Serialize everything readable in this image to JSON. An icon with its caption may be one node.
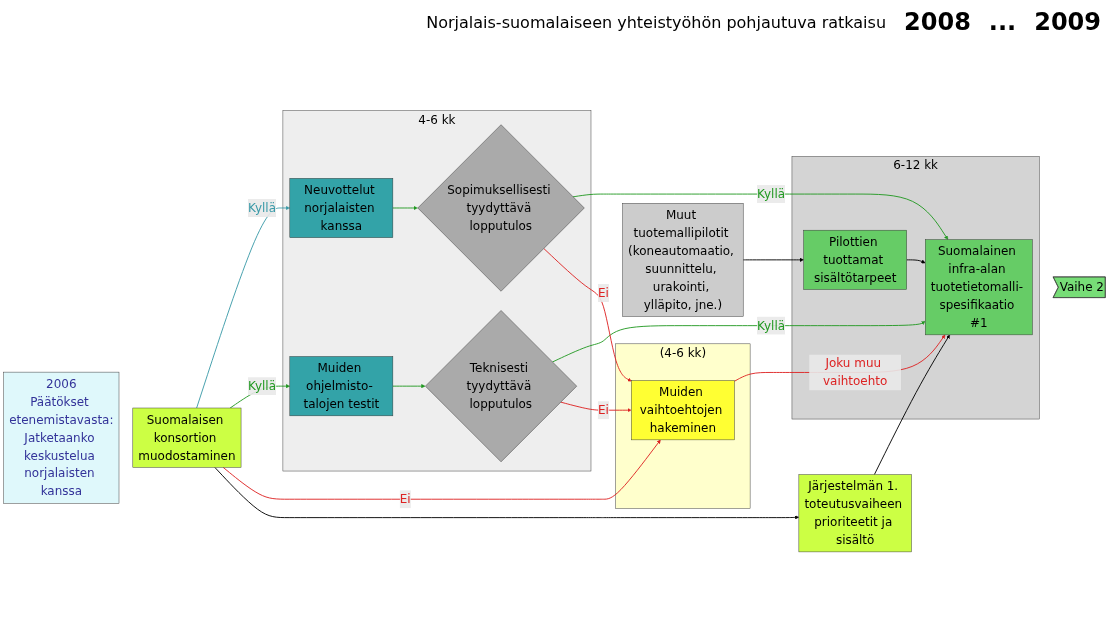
{
  "diagram": {
    "nodes": [
      {
        "text": [
          "2006",
          "Päätökset etenemistavasta:",
          "Jatketaanko keskustelua norjalaisten kanssa"
        ]
      },
      {
        "text": [
          "Suomalaisen konsortion muodostaminen"
        ]
      },
      {
        "text": [
          "4-6 kk"
        ]
      },
      {
        "text": [
          "Neuvottelut norjalaisten kanssa"
        ],
        "in": 2
      },
      {
        "text": [
          "Muiden ohjelmisto- talojen testit"
        ],
        "in": 2
      },
      {
        "text": [
          "Sopimuksellisesti tyydyttävä lopputulos"
        ],
        "in": 2
      },
      {
        "text": [
          "Teknisesti tyydyttävä lopputulos"
        ],
        "in": 2
      },
      {
        "text": [
          "(4-6 kk)"
        ]
      },
      {
        "text": [
          "Muiden vaihtoehtojen hakeminen"
        ],
        "in": 7
      },
      {
        "text": [
          "6-12 kk"
        ]
      },
      {
        "text": [
          "Suomalainen infra-alan tuotetietomalli- spesifikaatio #1"
        ],
        "in": 9
      },
      {
        "text": [
          "Pilottien tuottamat sisältötarpeet"
        ],
        "in": 9
      },
      {
        "text": [
          "Järjestelmän 1. toteutusvaiheen prioriteetit ja sisältö"
        ]
      },
      {
        "text": [
          "Muut tuotemallipilotit (koneautomaatio, suunnittelu, urakointi, ylläpito, jne.)"
        ]
      },
      {
        "text": [
          "Vaihe 2"
        ]
      }
    ],
    "edges": [
      {
        "from": 1,
        "to": 3,
        "arrow": "to",
        "label": "Kyllä",
        "color": "#3a9aa8"
      },
      {
        "from": 1,
        "to": 4,
        "arrow": "to",
        "label": "Kyllä"
      },
      {
        "from": 3,
        "to": 5,
        "arrow": "to"
      },
      {
        "from": 4,
        "to": 6,
        "arrow": "to"
      },
      {
        "from": 5,
        "to": 10,
        "arrow": "to",
        "label": "Kyllä"
      },
      {
        "from": 6,
        "to": 10,
        "arrow": "to",
        "label": "Kyllä"
      },
      {
        "from": 5,
        "to": 8,
        "arrow": "to",
        "label": "Ei",
        "color": "#dd2222"
      },
      {
        "from": 6,
        "to": 8,
        "arrow": "to",
        "label": "Ei",
        "color": "#dd2222"
      },
      {
        "from": 1,
        "to": 8,
        "arrow": "to",
        "label": "Ei",
        "color": "#dd2222"
      },
      {
        "from": 8,
        "to": 10,
        "arrow": "to",
        "label": "Joku muu vaihtoehto",
        "color": "#dd2222"
      },
      {
        "from": 1,
        "to": 12,
        "arrow": "to",
        "color": "#000000"
      },
      {
        "from": 12,
        "to": 10,
        "arrow": "to",
        "color": "#000000"
      },
      {
        "from": 13,
        "to": 11,
        "arrow": "to",
        "color": "#000000"
      },
      {
        "from": 11,
        "to": 10,
        "arrow": "to",
        "color": "#000000"
      }
    ],
    "labels": [
      "Norjalais-suomalaiseen yhteistyöhön pohjautuva ratkaisu",
      "2008",
      "...",
      "2009"
    ]
  }
}
